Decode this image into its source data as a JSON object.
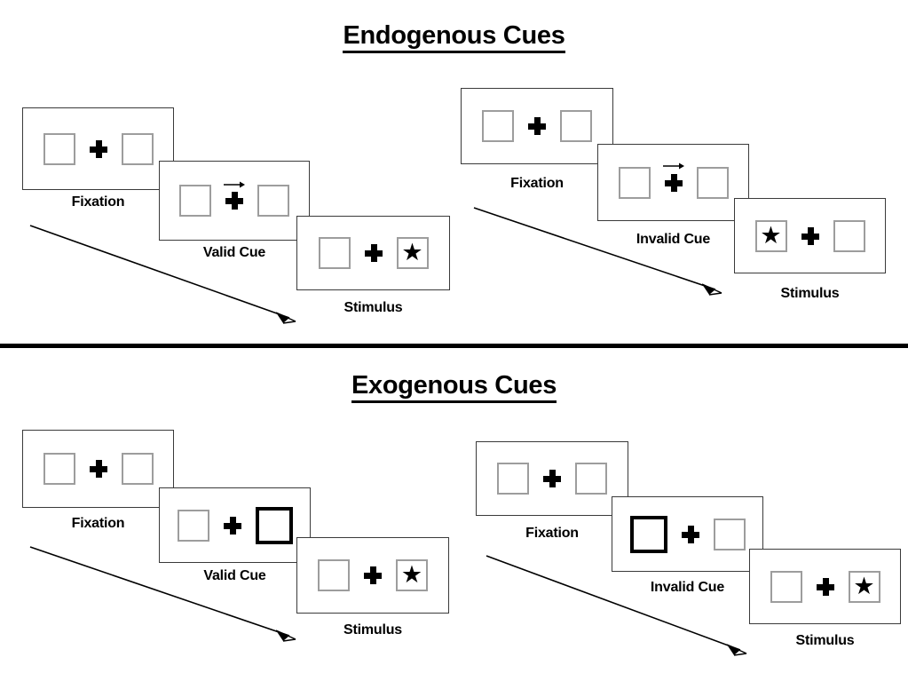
{
  "figure": {
    "title_top": "Endogenous Cues",
    "title_bottom": "Exogenous Cues",
    "background": "#ffffff",
    "divider_color": "#000000",
    "box_outline_color": "#9d9d9d",
    "highlight_outline_color": "#000000",
    "panel_border_color": "#3a3a3a"
  },
  "sections": [
    {
      "id": "endogenous",
      "title": "Endogenous Cues",
      "sequences": [
        {
          "id": "endogenous-valid",
          "frames": [
            {
              "caption": "Fixation",
              "left": "empty",
              "right": "empty",
              "cue": "none"
            },
            {
              "caption": "Valid Cue",
              "left": "empty",
              "right": "empty",
              "cue": "arrow-right"
            },
            {
              "caption": "Stimulus",
              "left": "empty",
              "right": "star",
              "cue": "none"
            }
          ]
        },
        {
          "id": "endogenous-invalid",
          "frames": [
            {
              "caption": "Fixation",
              "left": "empty",
              "right": "empty",
              "cue": "none"
            },
            {
              "caption": "Invalid Cue",
              "left": "empty",
              "right": "empty",
              "cue": "arrow-right"
            },
            {
              "caption": "Stimulus",
              "left": "star",
              "right": "empty",
              "cue": "none"
            }
          ]
        }
      ]
    },
    {
      "id": "exogenous",
      "title": "Exogenous Cues",
      "sequences": [
        {
          "id": "exogenous-valid",
          "frames": [
            {
              "caption": "Fixation",
              "left": "empty",
              "right": "empty",
              "cue": "none"
            },
            {
              "caption": "Valid Cue",
              "left": "empty",
              "right": "highlight",
              "cue": "none"
            },
            {
              "caption": "Stimulus",
              "left": "empty",
              "right": "star",
              "cue": "none"
            }
          ]
        },
        {
          "id": "exogenous-invalid",
          "frames": [
            {
              "caption": "Fixation",
              "left": "empty",
              "right": "empty",
              "cue": "none"
            },
            {
              "caption": "Invalid Cue",
              "left": "highlight",
              "right": "empty",
              "cue": "none"
            },
            {
              "caption": "Stimulus",
              "left": "empty",
              "right": "star",
              "cue": "none"
            }
          ]
        }
      ]
    }
  ],
  "glyphs": {
    "star": "★",
    "fixation_cross": "plus-sign",
    "cue_arrow": "arrow-right-icon",
    "flow_arrow": "diagonal-arrow-icon"
  }
}
